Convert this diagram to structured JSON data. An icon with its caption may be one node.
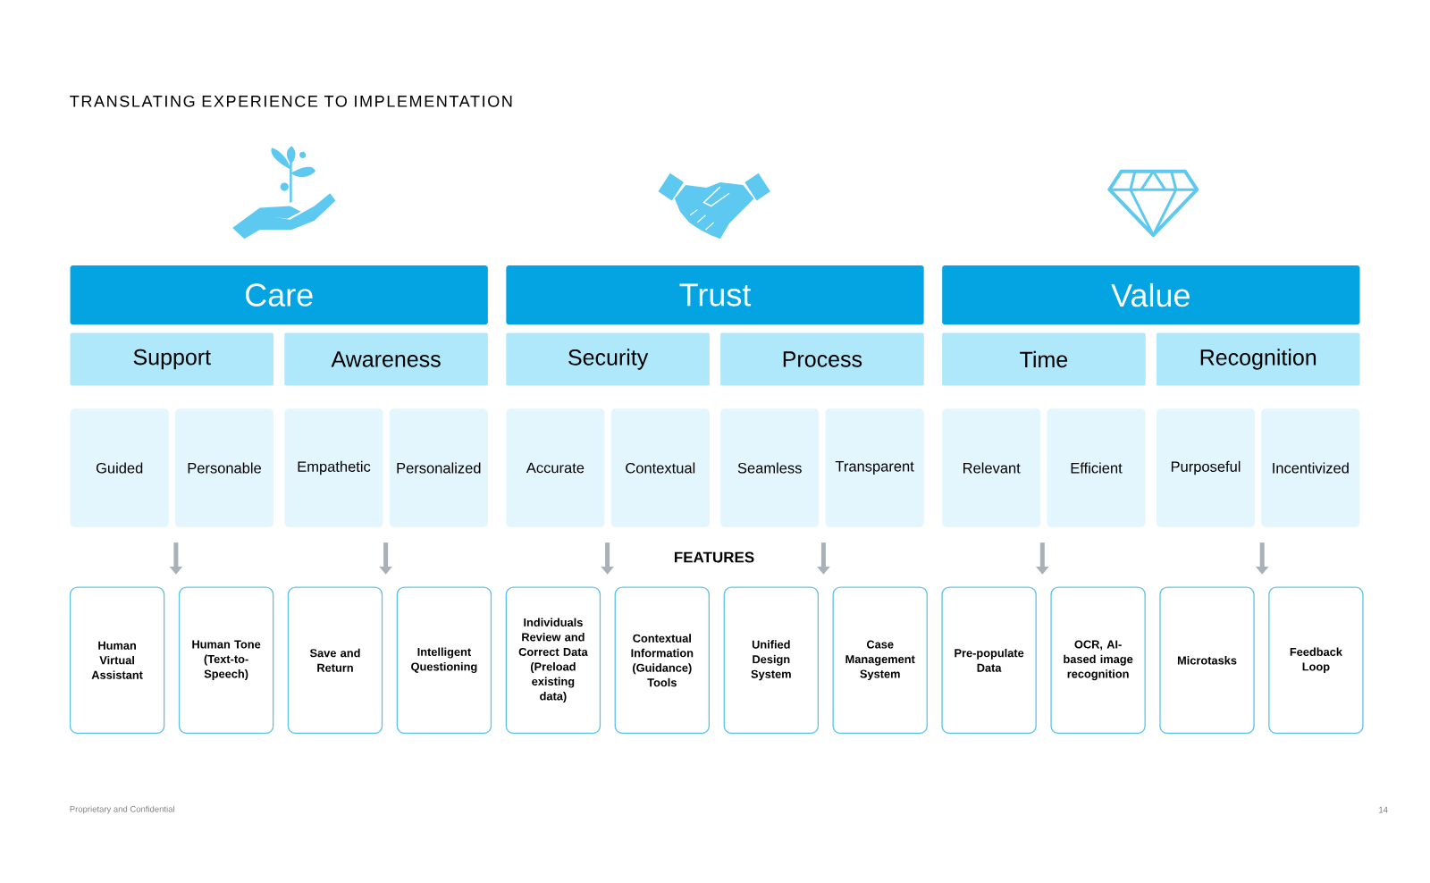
{
  "diagram": {
    "title": "TRANSLATING EXPERIENCE TO IMPLEMENTATION",
    "nodes": [
      {
        "text": [
          "Care"
        ]
      },
      {
        "text": [
          "Trust"
        ]
      },
      {
        "text": [
          "Value"
        ]
      },
      {
        "text": [
          "Support"
        ]
      },
      {
        "text": [
          "Awareness"
        ]
      },
      {
        "text": [
          "Security"
        ]
      },
      {
        "text": [
          "Process"
        ]
      },
      {
        "text": [
          "Time"
        ]
      },
      {
        "text": [
          "Recognition"
        ]
      },
      {
        "text": [
          "Guided"
        ]
      },
      {
        "text": [
          "Personable"
        ]
      },
      {
        "text": [
          "Empathetic"
        ]
      },
      {
        "text": [
          "Personalized"
        ]
      },
      {
        "text": [
          "Accurate"
        ]
      },
      {
        "text": [
          "Contextual"
        ]
      },
      {
        "text": [
          "Seamless"
        ]
      },
      {
        "text": [
          "Transparent"
        ]
      },
      {
        "text": [
          "Relevant"
        ]
      },
      {
        "text": [
          "Efficient"
        ]
      },
      {
        "text": [
          "Purposeful"
        ]
      },
      {
        "text": [
          "Incentivized"
        ]
      },
      {
        "text": [
          "Human Virtual Assistant"
        ]
      },
      {
        "text": [
          "Human Tone (Text-to-Speech)"
        ]
      },
      {
        "text": [
          "Save and Return"
        ]
      },
      {
        "text": [
          "Intelligent Questioning"
        ]
      },
      {
        "text": [
          "Individuals Review and Correct Data (Preload existing data)"
        ]
      },
      {
        "text": [
          "Contextual Information (Guidance) Tools"
        ]
      },
      {
        "text": [
          "Unified Design System"
        ]
      },
      {
        "text": [
          "Case Management System"
        ]
      },
      {
        "text": [
          "Pre-populate Data"
        ]
      },
      {
        "text": [
          "OCR, AI-based image recognition"
        ]
      },
      {
        "text": [
          "Microtasks"
        ]
      },
      {
        "text": [
          "Feedback Loop"
        ]
      }
    ],
    "labels": [
      "FEATURES",
      "Proprietary and Confidential",
      "14"
    ]
  }
}
